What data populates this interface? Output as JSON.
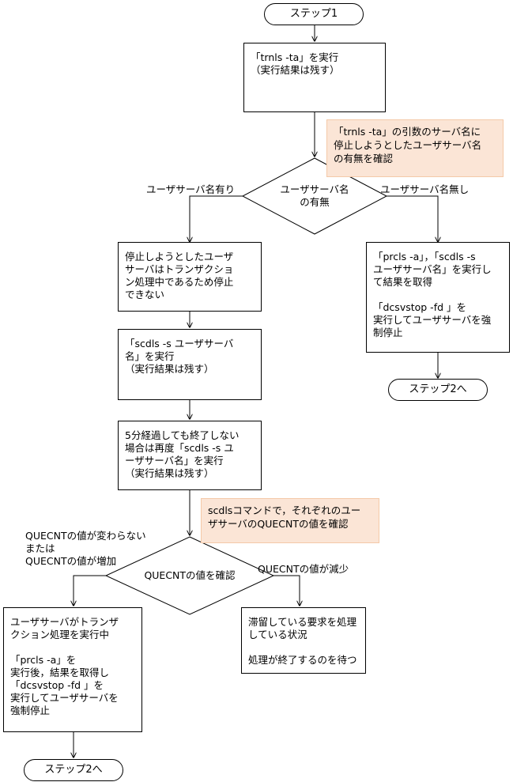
{
  "start_terminal": "ステップ1",
  "box_trnls": [
    "「trnls -ta」を実行",
    "（実行結果は残す）"
  ],
  "note_trnls": [
    "「trnls -ta」の引数のサーバ名に",
    "停止しようとしたユーザサーバ名",
    "の有無を確認"
  ],
  "decision1": [
    "ユーザサーバ名",
    "の有無"
  ],
  "label_yes": "ユーザサーバ名有り",
  "label_no": "ユーザサーバ名無し",
  "box_cannot_stop": [
    "停止しようとしたユーザ",
    "サーバはトランザクショ",
    "ン処理中であるため停止",
    "できない"
  ],
  "box_right_block1": [
    "「prcls -a」，「scdls -s",
    "ユーザサーバ名」を実行し",
    "て結果を取得"
  ],
  "box_right_block2": [
    "「dcsvstop -fd 」を",
    "実行してユーザサーバを強",
    "制停止"
  ],
  "end_terminal_right": "ステップ2へ",
  "box_scdls": [
    "「scdls -s ユーザサーバ",
    "名」を実行",
    "（実行結果は残す）"
  ],
  "box_5min": [
    "5分経過しても終了しない",
    "場合は再度「scdls -s ユ",
    "ーザサーバ名」を実行",
    "（実行結果は残す）"
  ],
  "note_scdls": [
    "scdlsコマンドで，それぞれのユー",
    "ザサーバのQUECNTの値を確認"
  ],
  "decision2": "QUECNTの値を確認",
  "label_left2": [
    "QUECNTの値が変わらない",
    "または",
    "QUECNTの値が増加"
  ],
  "label_right2": "QUECNTの値が減少",
  "box_left_block1": [
    "ユーザサーバがトランザ",
    "クション処理を実行中"
  ],
  "box_left_block2": [
    "「prcls -a」を",
    "実行後，結果を取得し",
    "「dcsvstop -fd 」を",
    "実行してユーザサーバを",
    "強制停止"
  ],
  "box_waiting1": [
    "滞留している要求を処理",
    "している状況"
  ],
  "box_waiting2": [
    "処理が終了するのを待つ"
  ],
  "end_terminal_left": "ステップ2へ"
}
